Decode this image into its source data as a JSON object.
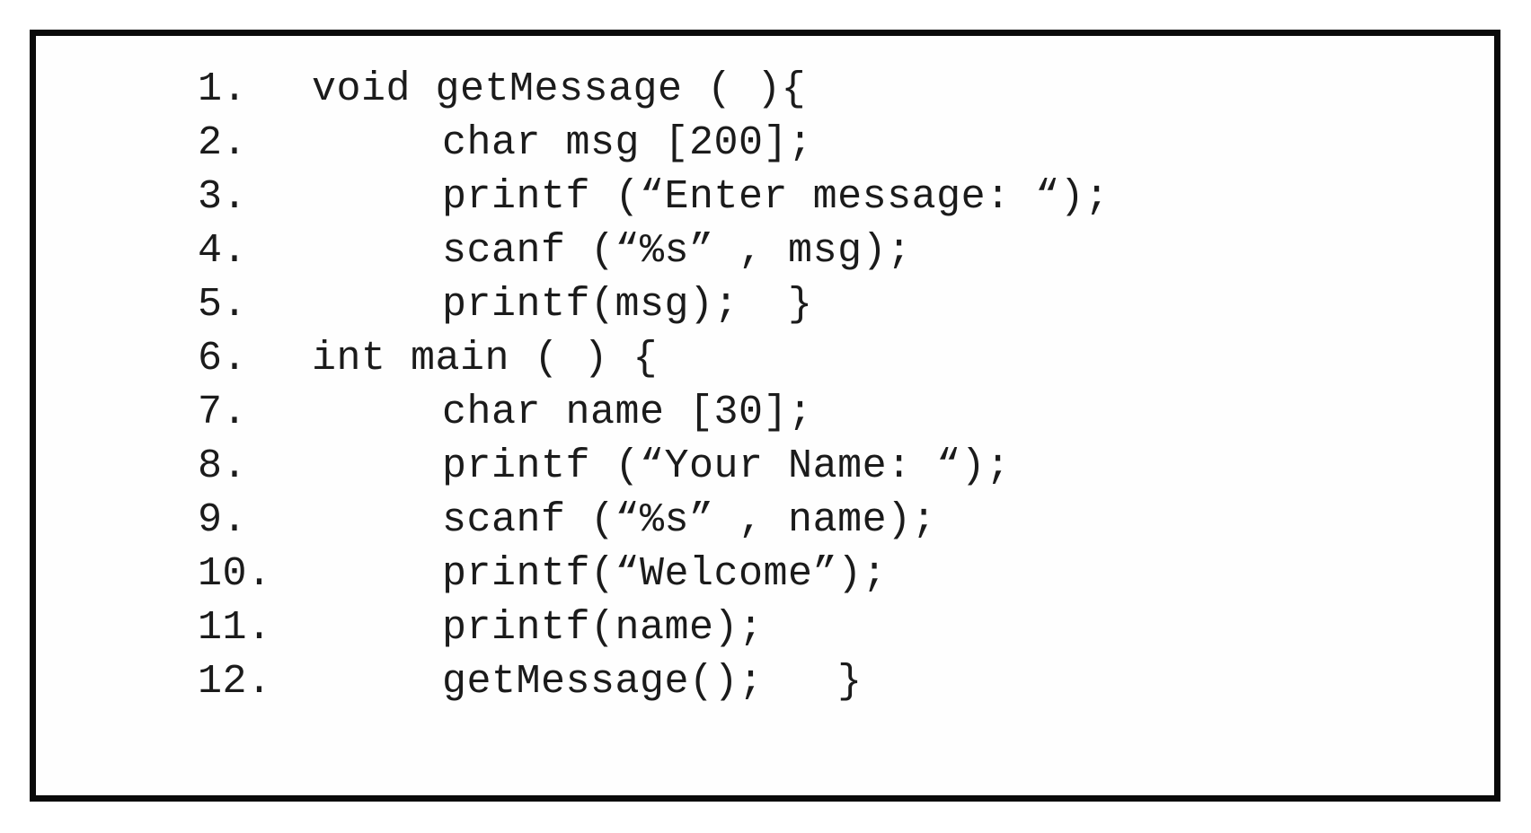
{
  "document": {
    "kind": "code-listing-figure",
    "language": "C",
    "background_color": "#ffffff",
    "frame_border_color": "#0a0a0a",
    "text_color": "#1b1b1b"
  },
  "code": {
    "lines": [
      {
        "number": "1.",
        "text": "void getMessage ( ){",
        "indent": 0
      },
      {
        "number": "2.",
        "text": "char msg [200];",
        "indent": 1
      },
      {
        "number": "3.",
        "text": "printf (“Enter message: “);",
        "indent": 1
      },
      {
        "number": "4.",
        "text": "scanf (“%s” , msg);",
        "indent": 1
      },
      {
        "number": "5.",
        "text": "printf(msg);  }",
        "indent": 1
      },
      {
        "number": "6.",
        "text": "int main ( ) {",
        "indent": 0
      },
      {
        "number": "7.",
        "text": "char name [30];",
        "indent": 1
      },
      {
        "number": "8.",
        "text": "printf (“Your Name: “);",
        "indent": 1
      },
      {
        "number": "9.",
        "text": "scanf (“%s” , name);",
        "indent": 1
      },
      {
        "number": "10.",
        "text": "printf(“Welcome”);",
        "indent": 1
      },
      {
        "number": "11.",
        "text": "printf(name);",
        "indent": 1
      },
      {
        "number": "12.",
        "text": "getMessage();   }",
        "indent": 1
      }
    ]
  }
}
